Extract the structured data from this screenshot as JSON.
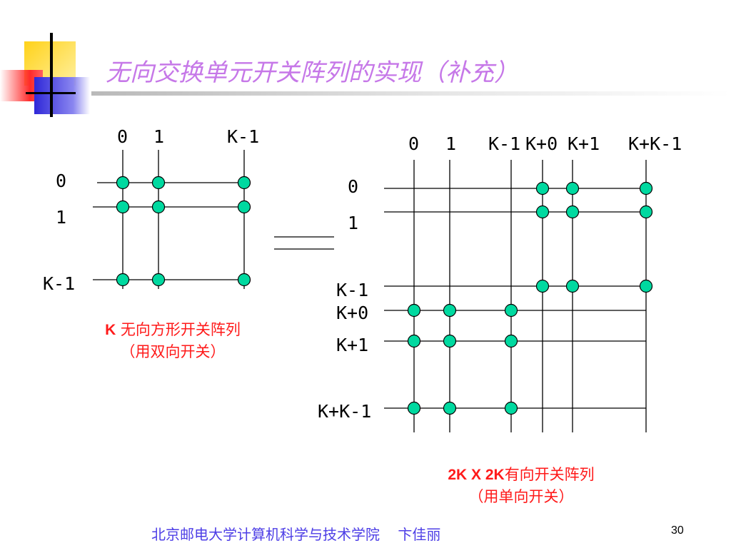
{
  "slide": {
    "title": "无向交换单元开关阵列的实现（补充）",
    "footer": "北京邮电大学计算机科学与技术学院    卞佳丽",
    "page_number": "30"
  },
  "colors": {
    "title": "#c678e8",
    "node_fill": "#00d9a0",
    "caption": "#ff1a1a",
    "footer": "#4d3ee6"
  },
  "left_array": {
    "column_labels": [
      "0",
      "1",
      "K-1"
    ],
    "row_labels": [
      "0",
      "1",
      "K-1"
    ],
    "crosspoints": [
      [
        0,
        0
      ],
      [
        0,
        1
      ],
      [
        0,
        2
      ],
      [
        1,
        0
      ],
      [
        1,
        1
      ],
      [
        1,
        2
      ],
      [
        2,
        0
      ],
      [
        2,
        1
      ],
      [
        2,
        2
      ]
    ],
    "caption": {
      "prefix": "K",
      "line1": " 无向方形开关阵列",
      "line2": "（用双向开关）"
    }
  },
  "right_array": {
    "column_labels": [
      "0",
      "1",
      "K-1",
      "K+0",
      "K+1",
      "K+K-1"
    ],
    "row_labels": [
      "0",
      "1",
      "K-1",
      "K+0",
      "K+1",
      "K+K-1"
    ],
    "crosspoints": [
      [
        0,
        3
      ],
      [
        0,
        4
      ],
      [
        0,
        5
      ],
      [
        1,
        3
      ],
      [
        1,
        4
      ],
      [
        1,
        5
      ],
      [
        2,
        3
      ],
      [
        2,
        4
      ],
      [
        2,
        5
      ],
      [
        3,
        0
      ],
      [
        3,
        1
      ],
      [
        3,
        2
      ],
      [
        4,
        0
      ],
      [
        4,
        1
      ],
      [
        4,
        2
      ],
      [
        5,
        0
      ],
      [
        5,
        1
      ],
      [
        5,
        2
      ]
    ],
    "caption": {
      "prefix": "2K X 2K",
      "line1": "有向开关阵列",
      "line2": "（用单向开关）"
    }
  },
  "equivalence_symbol": "="
}
